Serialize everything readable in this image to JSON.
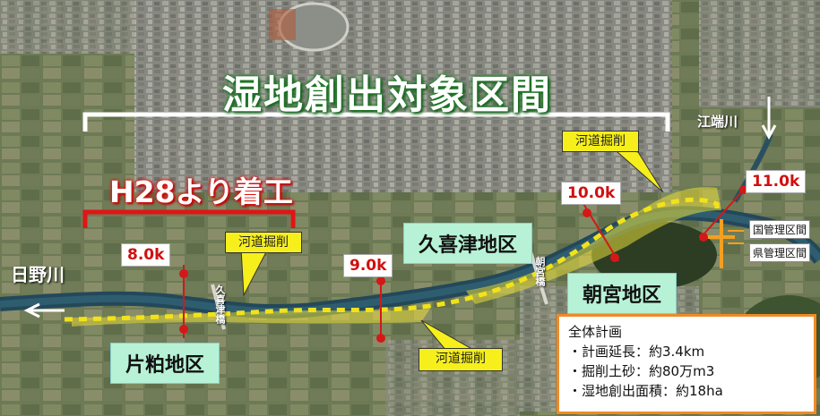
{
  "title": "湿地創出対象区間",
  "start_label": "H28より着工",
  "km_posts": [
    "8.0k",
    "9.0k",
    "10.0k",
    "11.0k"
  ],
  "districts": [
    "片粕地区",
    "久喜津地区",
    "朝宮地区"
  ],
  "excavation_label": "河道掘削",
  "rivers": {
    "main": "日野川",
    "tributary": "江端川"
  },
  "bridges": [
    "久喜津橋",
    "朝宮橋"
  ],
  "management": {
    "national": "国管理区間",
    "prefectural": "県管理区間"
  },
  "plan": {
    "heading": "全体計画",
    "items": [
      "・計画延長：約3.4km",
      "・掘削土砂：約80万m3",
      "・湿地創出面積：約18ha"
    ]
  },
  "colors": {
    "title_glow": "#1a7a24",
    "start_glow": "#e20f0f",
    "excavation": "#f2e21a",
    "district_bg": "#b7f2d6",
    "km_text": "#d01010",
    "plan_border": "#f08a24",
    "river": "#1f4a5a"
  }
}
